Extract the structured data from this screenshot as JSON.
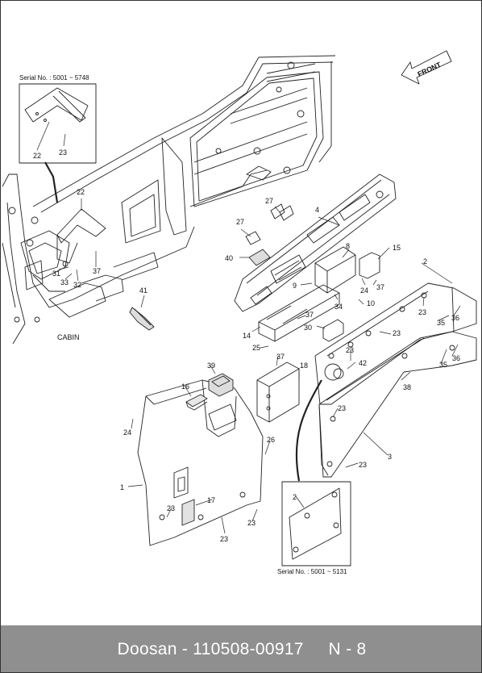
{
  "front_arrow": {
    "label": "FRONT"
  },
  "cabin_label": "CABIN",
  "insets": {
    "top_left_serial": "Serial No. : 5001 ~ 5748",
    "bottom_serial": "Serial No. : 5001 ~ 5131"
  },
  "part_labels": [
    "22",
    "23",
    "22",
    "37",
    "31",
    "33",
    "32",
    "41",
    "27",
    "27",
    "4",
    "40",
    "8",
    "15",
    "2",
    "9",
    "24",
    "37",
    "34",
    "10",
    "23",
    "35",
    "36",
    "37",
    "14",
    "30",
    "23",
    "25",
    "37",
    "23",
    "42",
    "35",
    "36",
    "18",
    "38",
    "39",
    "16",
    "23",
    "24",
    "26",
    "3",
    "23",
    "1",
    "17",
    "23",
    "23",
    "23",
    "2"
  ],
  "footer": {
    "brand": "Doosan",
    "part_number": "110508-00917",
    "page": "N - 8"
  },
  "colors": {
    "line": "#222222",
    "footer_bg": "#8f8f8f",
    "footer_text": "#ffffff"
  }
}
